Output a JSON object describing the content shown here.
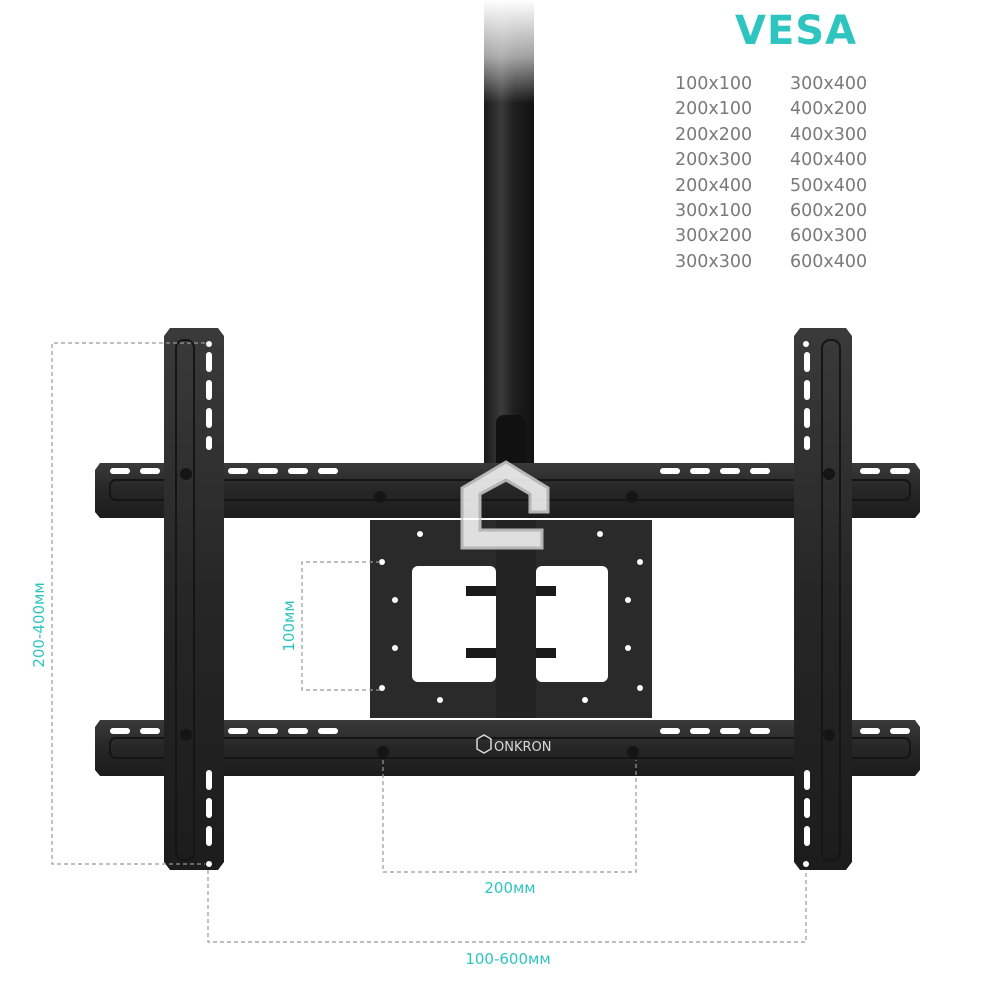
{
  "vesa": {
    "title": "VESA",
    "sizes_col1": [
      "100x100",
      "200x100",
      "200x200",
      "200x300",
      "200x400",
      "300x100",
      "300x200",
      "300x300"
    ],
    "sizes_col2": [
      "300x400",
      "400x200",
      "400x300",
      "400x400",
      "500x400",
      "600x200",
      "600x300",
      "600x400"
    ]
  },
  "dimensions": {
    "vertical_outer": "200-400мм",
    "vertical_inner": "100мм",
    "horizontal_inner": "200мм",
    "horizontal_outer": "100-600мм"
  },
  "brand": "ONKRON",
  "colors": {
    "accent": "#2ec4c0",
    "metal": "#2b2b2b",
    "text_gray": "#7a7a7a"
  }
}
